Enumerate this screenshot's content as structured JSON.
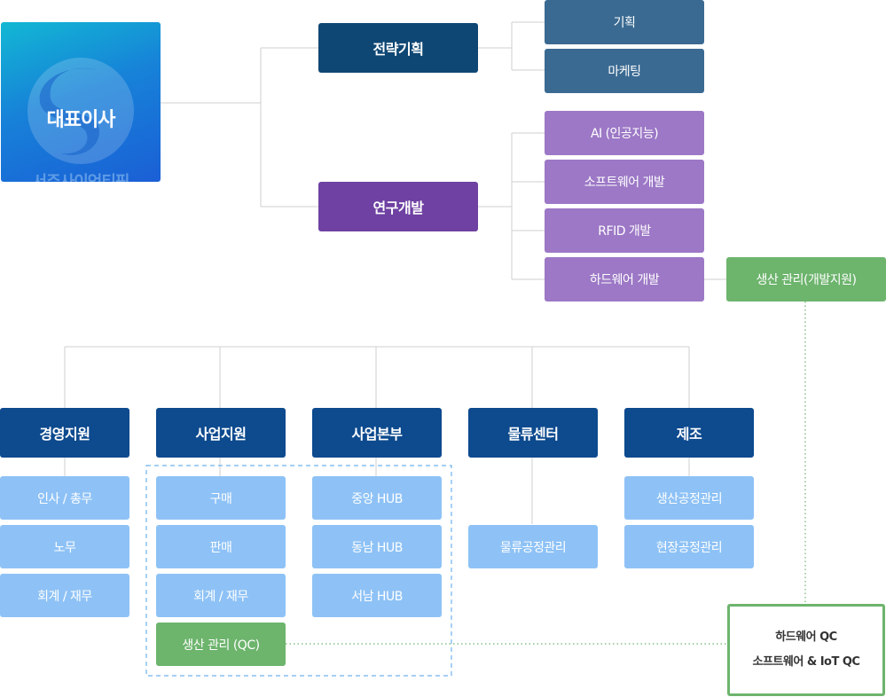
{
  "ceo": {
    "title": "대표이사",
    "company": "서주사이언티픽"
  },
  "top_divisions": {
    "strategy": {
      "label": "전략기획",
      "children": [
        "기획",
        "마케팅"
      ]
    },
    "rnd": {
      "label": "연구개발",
      "children": [
        "AI (인공지능)",
        "소프트웨어 개발",
        "RFID 개발",
        "하드웨어 개발"
      ]
    }
  },
  "production_dev": "생산 관리(개발지원)",
  "departments": [
    {
      "label": "경영지원",
      "children": [
        "인사 / 총무",
        "노무",
        "회계 / 재무"
      ]
    },
    {
      "label": "사업지원",
      "children": [
        "구매",
        "판매",
        "회계 / 재무"
      ],
      "qc": "생산 관리 (QC)"
    },
    {
      "label": "사업본부",
      "children": [
        "중앙 HUB",
        "동남 HUB",
        "서남 HUB"
      ]
    },
    {
      "label": "물류센터",
      "children": [
        "물류공정관리"
      ]
    },
    {
      "label": "제조",
      "children": [
        "생산공정관리",
        "현장공정관리"
      ]
    }
  ],
  "qc_box": {
    "line1": "하드웨어 QC",
    "line2": "소프트웨어 & IoT QC"
  },
  "colors": {
    "navy": "#0e4774",
    "purple": "#6e41a2",
    "slate": "#3a6a92",
    "lilac": "#9c78c6",
    "green": "#6db46d",
    "dept_blue": "#0d4a8e",
    "sky": "#8ec2f6"
  }
}
